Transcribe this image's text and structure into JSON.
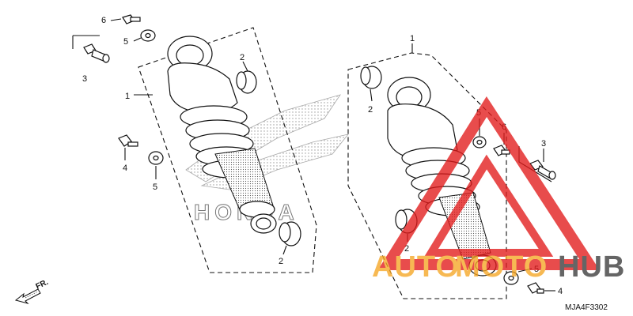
{
  "diagram": {
    "left_assembly": {
      "callouts": {
        "p1": "1",
        "p2a": "2",
        "p2b": "2",
        "p3": "3",
        "p4": "4",
        "p5a": "5",
        "p5b": "5",
        "p6": "6"
      }
    },
    "right_assembly": {
      "callouts": {
        "p1": "1",
        "p2a": "2",
        "p2b": "2",
        "p3": "3",
        "p4": "4",
        "p5a": "5",
        "p5b": "5",
        "p6": "6"
      }
    },
    "front_indicator": "FR.",
    "diagram_code": "MJA4F3302",
    "background_logo": "HONDA",
    "watermark": {
      "text_part1": "AUTO",
      "text_part2": "MOTO",
      "text_part3": "HUB",
      "color_orange": "#f5a623",
      "color_red": "#e21b1b",
      "color_dark": "#3a3a3a"
    }
  }
}
